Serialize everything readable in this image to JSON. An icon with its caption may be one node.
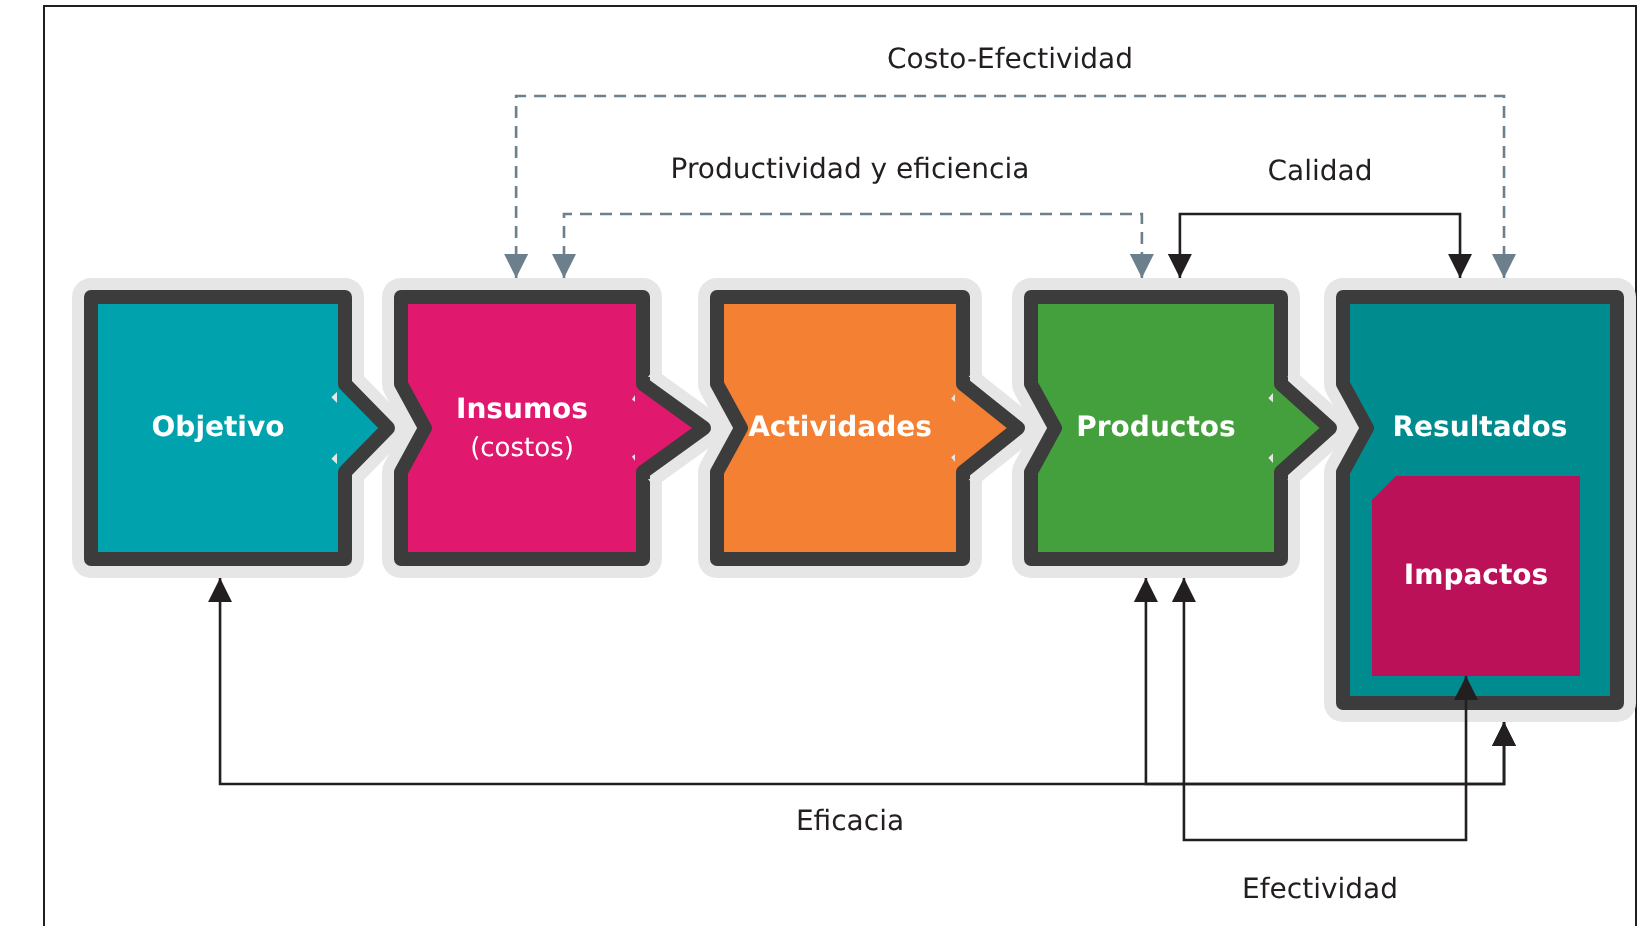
{
  "diagram": {
    "nodes": [
      {
        "text": [
          "Objetivo"
        ]
      },
      {
        "text": [
          "Insumos",
          "(costos)"
        ]
      },
      {
        "text": [
          "Actividades"
        ]
      },
      {
        "text": [
          "Productos"
        ]
      },
      {
        "text": [
          "Resultados"
        ]
      },
      {
        "text": [
          "Impactos"
        ],
        "in": 4
      }
    ],
    "edges": [
      {
        "from": 1,
        "to": 4,
        "arrow": "both",
        "label": "Costo-Efectividad",
        "style": "dashed",
        "color": "#6b7f8c"
      },
      {
        "from": 1,
        "to": 3,
        "arrow": "both",
        "label": "Productividad y eficiencia",
        "style": "dashed",
        "color": "#6b7f8c"
      },
      {
        "from": 3,
        "to": 4,
        "arrow": "both",
        "label": "Calidad"
      },
      {
        "from": 0,
        "to": 4,
        "arrow": "both",
        "label": "Eficacia"
      },
      {
        "from": 3,
        "to": 4,
        "arrow": "both"
      },
      {
        "from": 3,
        "to": 5,
        "arrow": "both",
        "label": "Efectividad"
      },
      {
        "from": 0,
        "to": 1,
        "arrow": "to",
        "style": "thick",
        "color": "#3c3c3c"
      },
      {
        "from": 1,
        "to": 2,
        "arrow": "to",
        "style": "thick",
        "color": "#3c3c3c"
      },
      {
        "from": 2,
        "to": 3,
        "arrow": "to",
        "style": "thick",
        "color": "#3c3c3c"
      },
      {
        "from": 3,
        "to": 4,
        "arrow": "to",
        "style": "thick",
        "color": "#3c3c3c"
      }
    ]
  }
}
